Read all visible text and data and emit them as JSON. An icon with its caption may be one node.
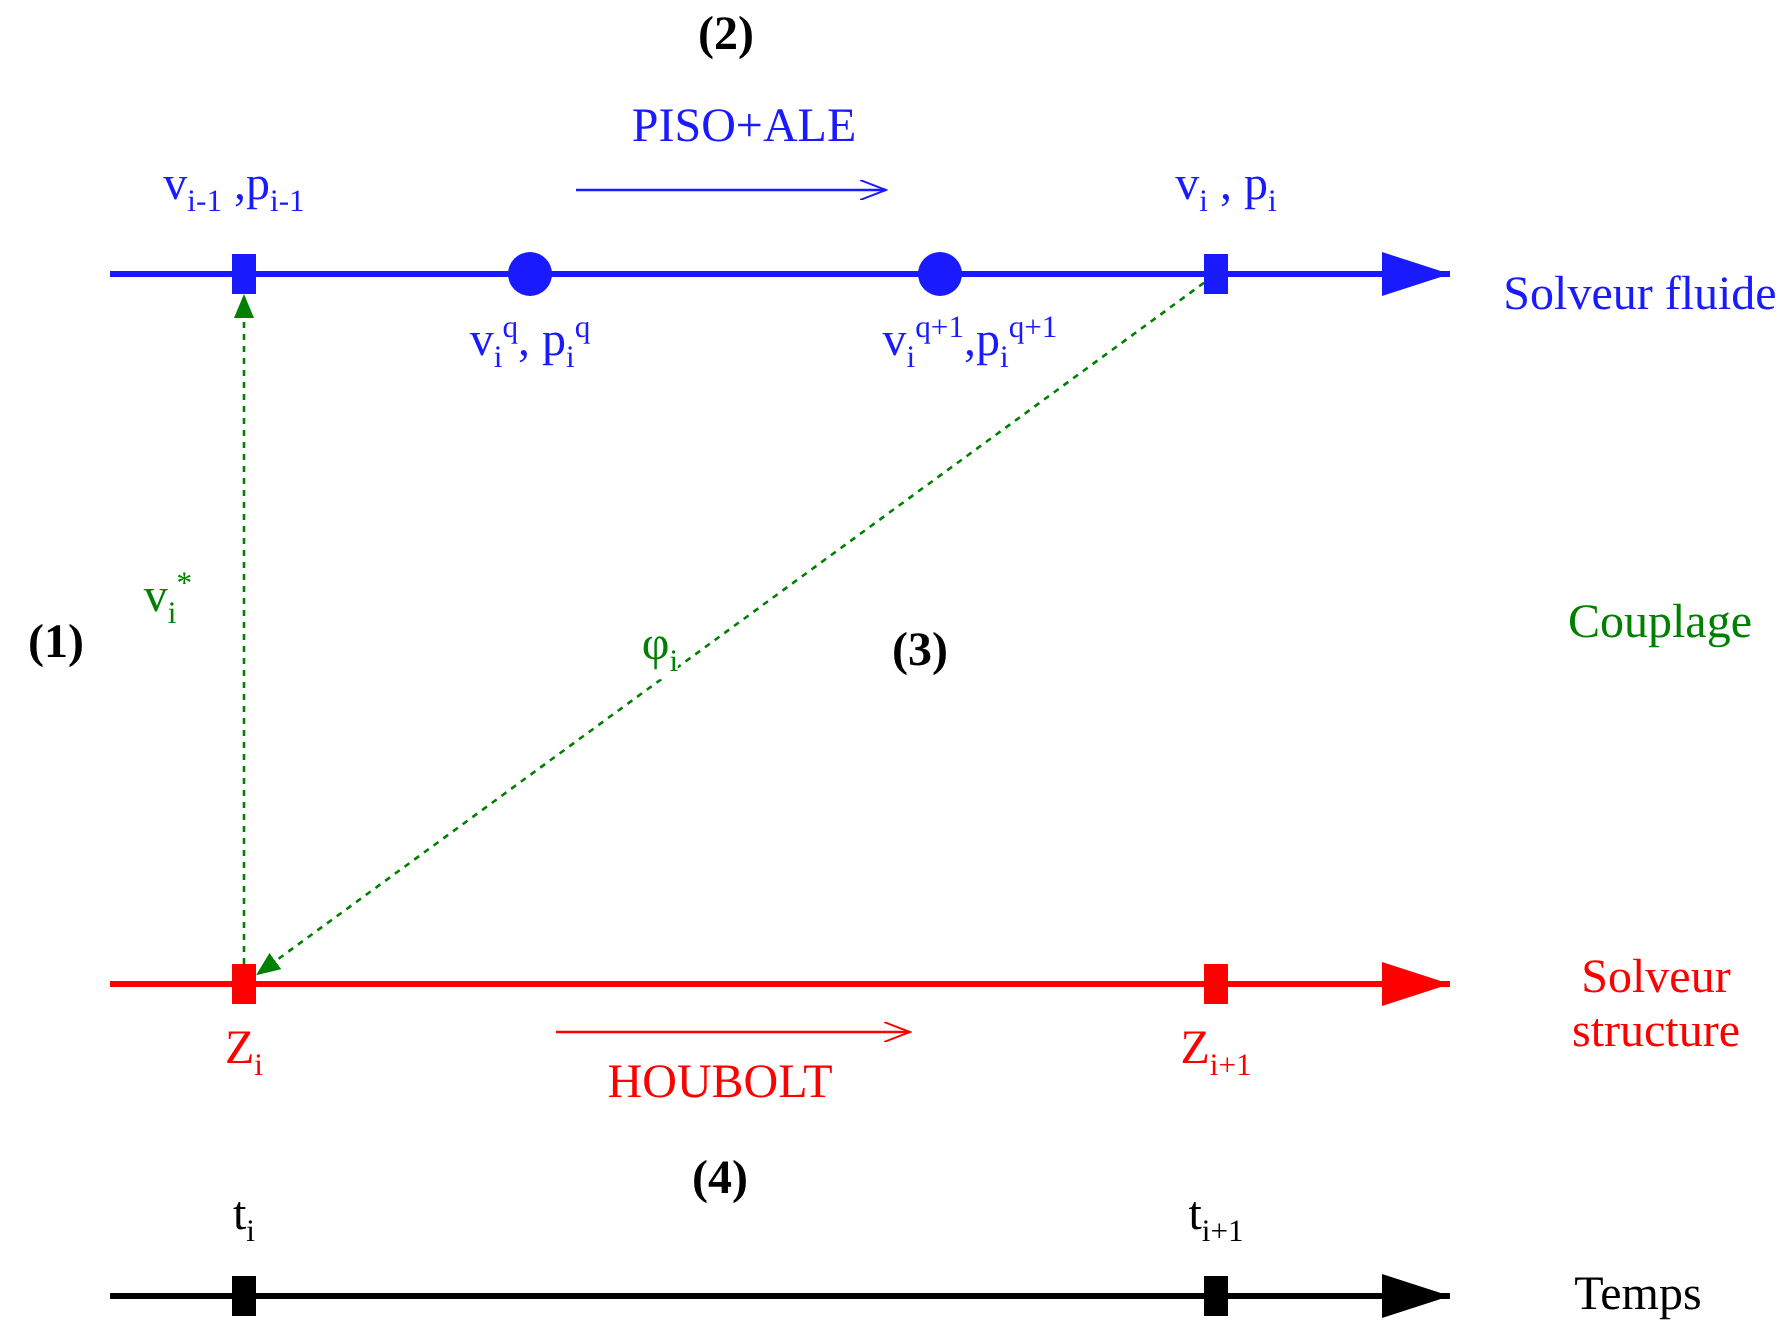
{
  "diagram": {
    "nodes": [
      {
        "text": [],
        "shape": "box",
        "beside": [
          "v$_{i-1}$ ,p$_{i-1}$"
        ]
      },
      {
        "text": [],
        "shape": "circle",
        "beside": [
          "v$_{i}$$^{q}$, p$_{i}$$^{q}$"
        ]
      },
      {
        "text": [],
        "shape": "circle",
        "beside": [
          "v$_{i}$$^{q+1}$,p$_{i}$$^{q+1}$"
        ]
      },
      {
        "text": [],
        "shape": "box",
        "beside": [
          "v$_{i}$ , p$_{i}$"
        ]
      },
      {
        "text": [],
        "shape": "box",
        "beside": [
          "Z$_{i}$"
        ]
      },
      {
        "text": [],
        "shape": "box",
        "beside": [
          "Z$_{i+1}$"
        ]
      },
      {
        "text": [],
        "shape": "box",
        "beside": [
          "t$_{i}$"
        ]
      },
      {
        "text": [],
        "shape": "box",
        "beside": [
          "t$_{i+1}$"
        ]
      }
    ],
    "edges": [
      {
        "from": 4,
        "to": 0,
        "arrow": "to",
        "style": "dashed",
        "label": "v$_{i}$$^{*}$"
      },
      {
        "from": 3,
        "to": 4,
        "arrow": "to",
        "style": "dashed",
        "label": "φ$_{i}$"
      }
    ],
    "labels": [
      "(2)",
      "PISO+ALE",
      "Solveur fluide",
      "(1)",
      "Couplage",
      "(3)",
      "Solveur structure",
      "HOUBOLT",
      "(4)",
      "Temps"
    ]
  }
}
